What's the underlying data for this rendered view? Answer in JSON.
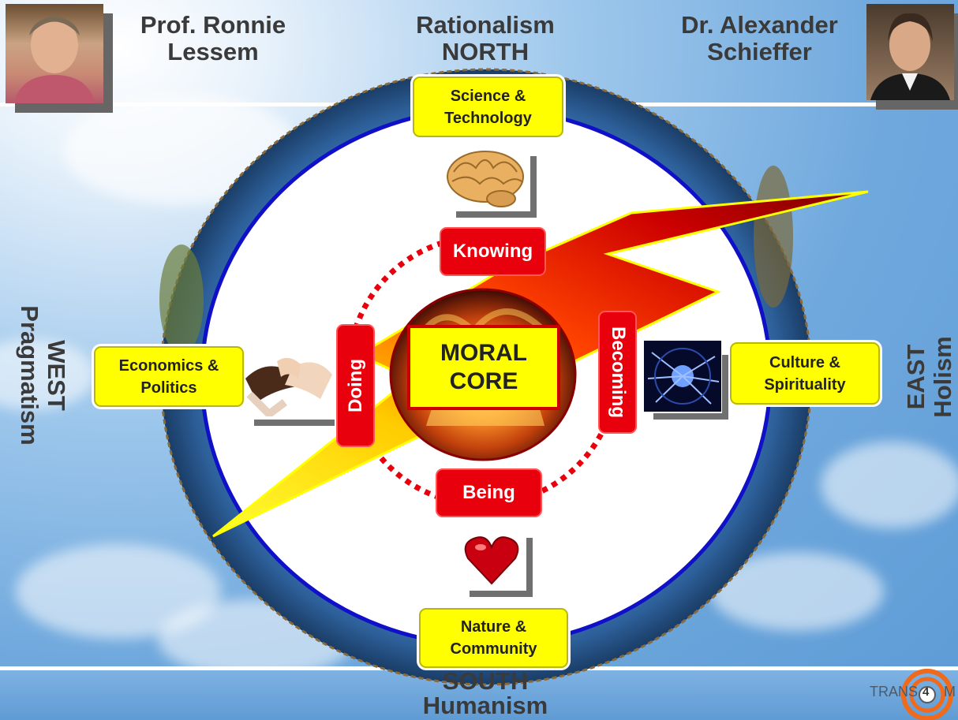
{
  "top_left_name": [
    "Prof. Ronnie",
    "Lessem"
  ],
  "top_right_name": [
    "Dr. Alexander",
    "Schieffer"
  ],
  "north": [
    "Rationalism",
    "NORTH"
  ],
  "south": [
    "SOUTH",
    "Humanism"
  ],
  "west": [
    "WEST",
    "Pragmatism"
  ],
  "east": [
    "EAST",
    "Holism"
  ],
  "sectors": {
    "north": [
      "Science &",
      "Technology"
    ],
    "west": [
      "Economics &",
      "Politics"
    ],
    "east": [
      "Culture &",
      "Spirituality"
    ],
    "south": [
      "Nature &",
      "Community"
    ]
  },
  "functions": {
    "knowing": "Knowing",
    "doing": "Doing",
    "becoming": "Becoming",
    "being": "Being"
  },
  "core": [
    "MORAL",
    "CORE"
  ],
  "logo": {
    "text": "TRANS",
    "number": "4",
    "letter": "M"
  },
  "colors": {
    "ring": "#1010c8",
    "red": "#e8000c",
    "yellow": "#ffff00",
    "heading": "#3a3a3a"
  }
}
